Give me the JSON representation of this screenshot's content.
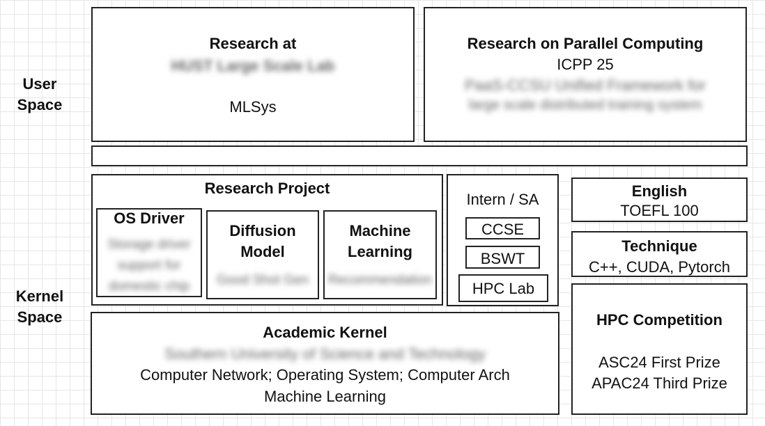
{
  "labels": {
    "user_space": "User Space",
    "kernel_space": "Kernel Space"
  },
  "research_lab": {
    "title": "Research at",
    "lab_name": "HUST Large Scale Lab",
    "topic": "MLSys"
  },
  "parallel": {
    "title": "Research on Parallel Computing",
    "paper": "ICPP 25",
    "detail_line1": "PaaS-CCSU Unified Framework for",
    "detail_line2": "large scale distributed training system"
  },
  "research_project": {
    "title": "Research Project",
    "items": [
      {
        "title": "OS Driver",
        "lines": [
          "Storage driver",
          "support for",
          "domestic chip"
        ]
      },
      {
        "title_line1": "Diffusion",
        "title_line2": "Model",
        "detail": "Good Shot Gen"
      },
      {
        "title_line1": "Machine",
        "title_line2": "Learning",
        "detail": "Recommendation"
      }
    ]
  },
  "intern": {
    "title": "Intern / SA",
    "items": [
      "CCSE",
      "BSWT",
      "HPC Lab"
    ]
  },
  "english": {
    "title": "English",
    "detail": "TOEFL 100"
  },
  "technique": {
    "title": "Technique",
    "detail": "C++, CUDA, Pytorch"
  },
  "hpc": {
    "title": "HPC Competition",
    "prizes": [
      "ASC24 First Prize",
      "APAC24 Third Prize"
    ]
  },
  "academic": {
    "title": "Academic Kernel",
    "university": "Southern University of Science and Technology",
    "courses": "Computer Network; Operating System; Computer Arch",
    "courses2": "Machine Learning"
  }
}
